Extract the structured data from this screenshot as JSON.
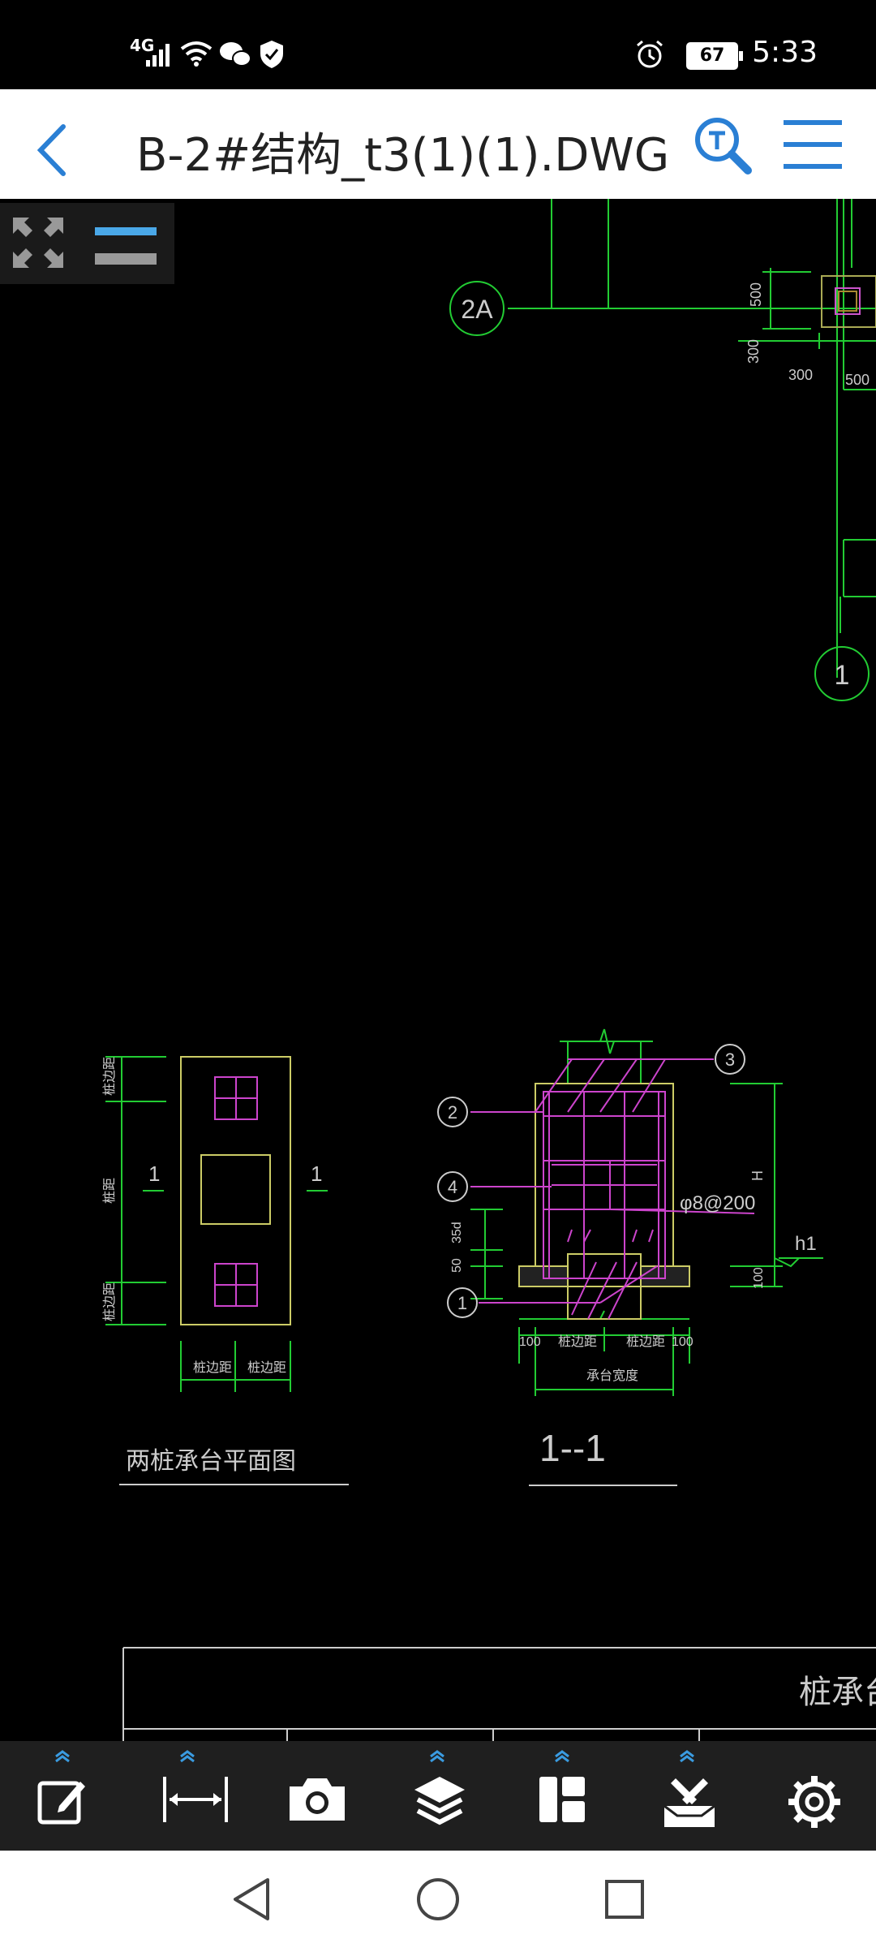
{
  "status_bar": {
    "network": "4G",
    "battery": "67",
    "time": "5:33"
  },
  "header": {
    "title": "B-2#结构_t3(1)(1).DWG"
  },
  "drawing": {
    "axis_2a": "2A",
    "axis_1": "1",
    "dim_500_v": "500",
    "dim_300_v": "300",
    "dim_300_h": "300",
    "dim_500_h": "500",
    "plan": {
      "label_top": "桩边距",
      "label_mid": "桩距",
      "label_bot": "桩边距",
      "section_left": "1",
      "section_right": "1",
      "label_bottom_left": "桩边距",
      "label_bottom_right": "桩边距",
      "title": "两桩承台平面图"
    },
    "section": {
      "mark_2": "2",
      "mark_3": "3",
      "mark_4": "4",
      "mark_1": "1",
      "stirrup": "φ8@200",
      "h_label": "H",
      "h1_label": "h1",
      "dim_50": "50",
      "dim_35d": "35d",
      "dim_100_right": "100",
      "dim_100_a": "100",
      "dim_pile_edge_a": "桩边距",
      "dim_pile_edge_b": "桩边距",
      "dim_100_b": "100",
      "width_label": "承台宽度",
      "title": "1--1"
    },
    "table_header": "桩承台配"
  },
  "toolbar": {
    "items": [
      "edit",
      "measure",
      "camera",
      "layers",
      "layout",
      "tools",
      "settings"
    ]
  }
}
